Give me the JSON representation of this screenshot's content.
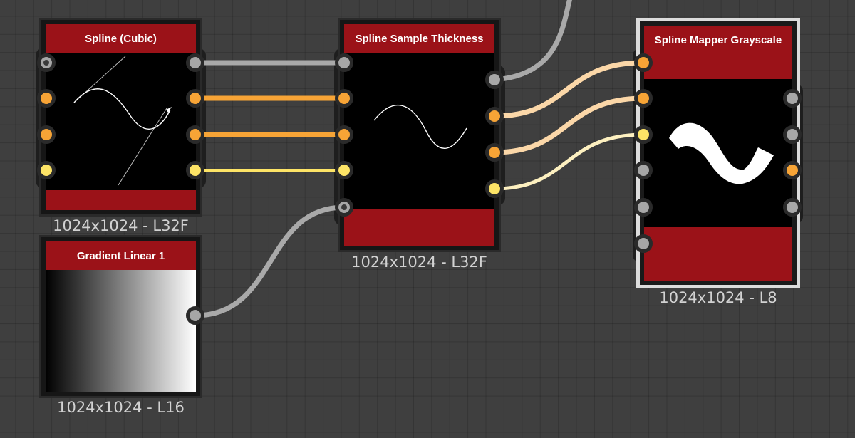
{
  "graph": {
    "nodes": {
      "spline_cubic": {
        "title": "Spline (Cubic)",
        "resolution": "1024x1024 - L32F"
      },
      "gradient_linear": {
        "title": "Gradient Linear 1",
        "resolution": "1024x1024 - L16"
      },
      "spline_sample_thickness": {
        "title": "Spline Sample Thickness",
        "resolution": "1024x1024 - L32F"
      },
      "spline_mapper_grayscale": {
        "title": "Spline Mapper Grayscale",
        "resolution": "1024x1024 - L8",
        "selected": true
      }
    }
  },
  "colors": {
    "canvas": "#3f3f3f",
    "node_title": "#9b1218",
    "port_gray": "#a7a7a7",
    "port_orange": "#f7a436",
    "port_yellow": "#fde466",
    "wire_gray": "#a9a9a9",
    "wire_orange": "#f7a436",
    "wire_yellow": "#fde466",
    "wire_peach": "#fbd7a8",
    "wire_cream": "#fdf0c0",
    "selection_border": "#dcdcdc"
  }
}
